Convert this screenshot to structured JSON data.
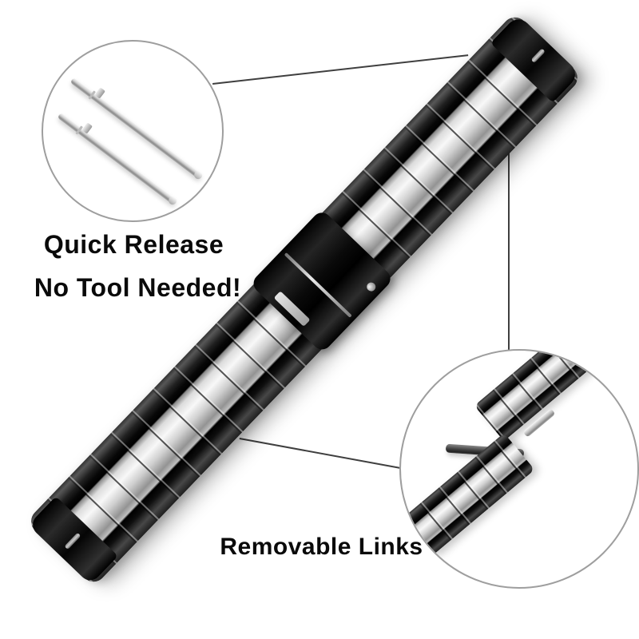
{
  "annotations": {
    "quick_release_line1": "Quick Release",
    "quick_release_line2": "No Tool Needed!",
    "removable_links_label": "Removable Links"
  },
  "colors": {
    "background": "#ffffff",
    "text": "#0a0a0a",
    "leader_line": "#3f3f3f",
    "circle_border": "#9e9e9e",
    "link_black": "#0a0a0a",
    "link_silver": "#e8e8e8",
    "pin_silver": "#c9c9c9",
    "removal_pin_gray": "#4a4a4a"
  }
}
